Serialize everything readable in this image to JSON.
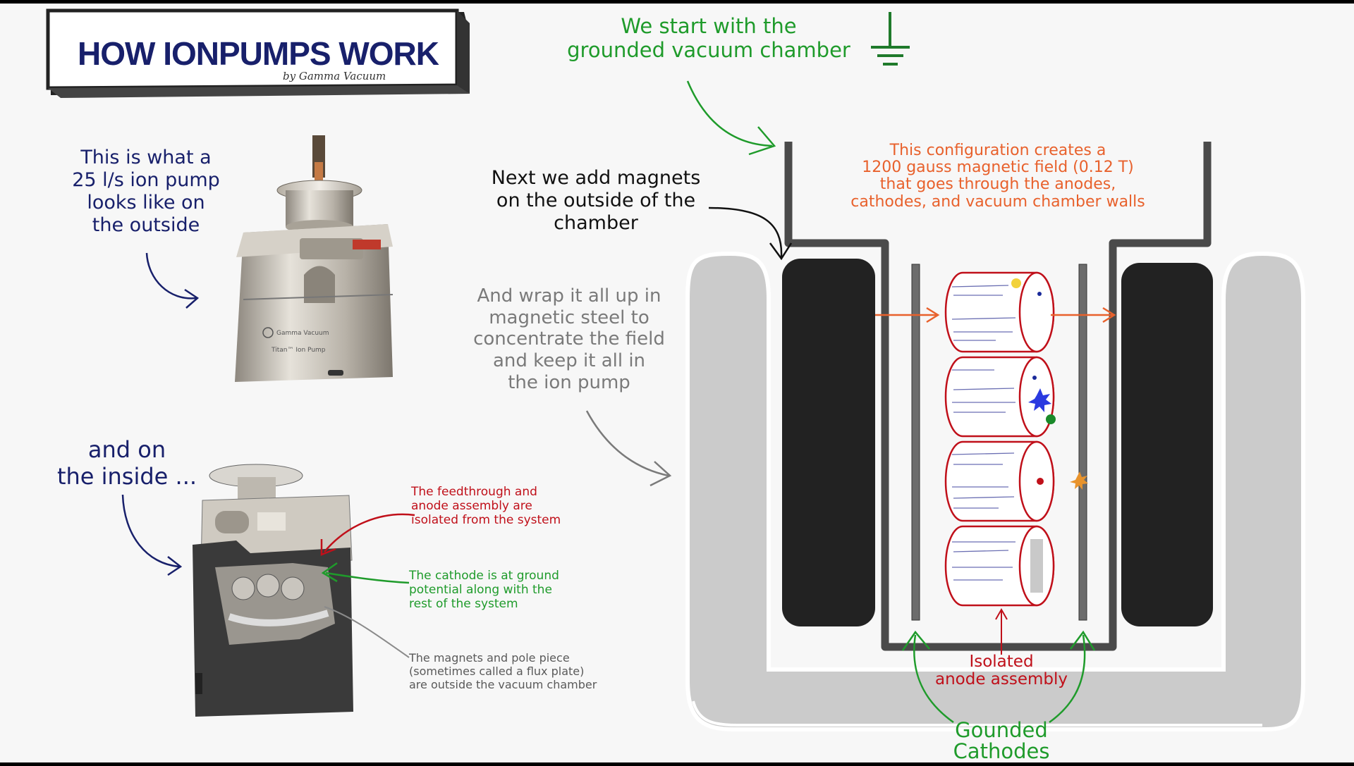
{
  "title": {
    "main": "HOW IONPUMPS WORK",
    "byline": "by Gamma Vacuum"
  },
  "colors": {
    "navy": "#18206b",
    "green": "#1f9b2b",
    "red": "#c0101a",
    "orange": "#e8612c",
    "gray_text": "#7a7a7a",
    "steel": "#c8c8c8",
    "magnet": "#222222"
  },
  "left_panel": {
    "outside_caption": [
      "This is what a",
      "25 l/s ion pump",
      "looks like on",
      "the outside"
    ],
    "inside_caption": [
      "and on",
      "the inside ..."
    ],
    "pump_label": [
      "Gamma Vacuum",
      "Titan™ Ion Pump"
    ],
    "notes": {
      "feedthrough": [
        "The feedthrough and",
        "anode assembly are",
        "isolated from the system"
      ],
      "cathode": [
        "The cathode is at ground",
        "potential along with the",
        "rest of the system"
      ],
      "magnets": [
        "The magnets and pole piece",
        "(sometimes called a flux plate)",
        "are outside the vacuum chamber"
      ]
    }
  },
  "diagram": {
    "ground_caption": [
      "We start with the",
      "grounded vacuum chamber"
    ],
    "magnets_caption": [
      "Next we add magnets",
      "on the outside of the",
      "chamber"
    ],
    "steel_caption": [
      "And wrap it all up in",
      "magnetic steel to",
      "concentrate the field",
      "and keep it all in",
      "the ion pump"
    ],
    "field_caption": [
      "This configuration creates a",
      "1200 gauss magnetic field (0.12 T)",
      "that goes through the anodes,",
      "cathodes, and vacuum chamber walls"
    ],
    "anode_label": [
      "Isolated",
      "anode assembly"
    ],
    "cathode_label": [
      "Gounded",
      "Cathodes"
    ]
  }
}
